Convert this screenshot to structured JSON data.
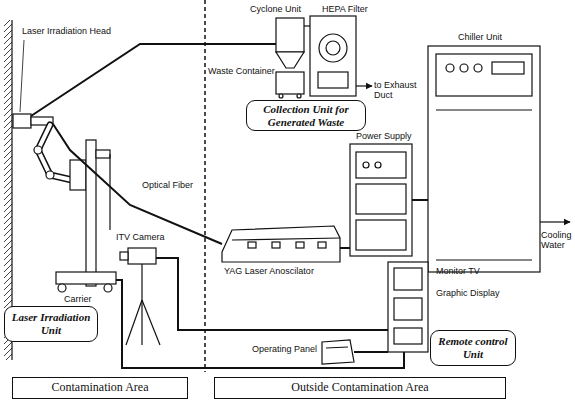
{
  "diagram": {
    "nodes": [
      {
        "text": [
          "Collection Unit for Generated Waste"
        ]
      },
      {
        "text": [
          "Laser Irradiation Unit"
        ]
      },
      {
        "text": [
          "Remote control Unit"
        ]
      },
      {
        "text": [
          "Contamination Area"
        ]
      },
      {
        "text": [
          "Outside Contamination Area"
        ]
      }
    ],
    "labels": [
      "Laser Irradiation Head",
      "Cyclone Unit",
      "HEPA Filter",
      "Waste Container",
      "to Exhaust Duct",
      "Chiller Unit",
      "Power Supply",
      "Cooling Water",
      "Optical Fiber",
      "YAG Laser Anoscilator",
      "Carrier",
      "ITV Camera",
      "Monitor TV",
      "Graphic Display",
      "Operating Panel"
    ]
  }
}
